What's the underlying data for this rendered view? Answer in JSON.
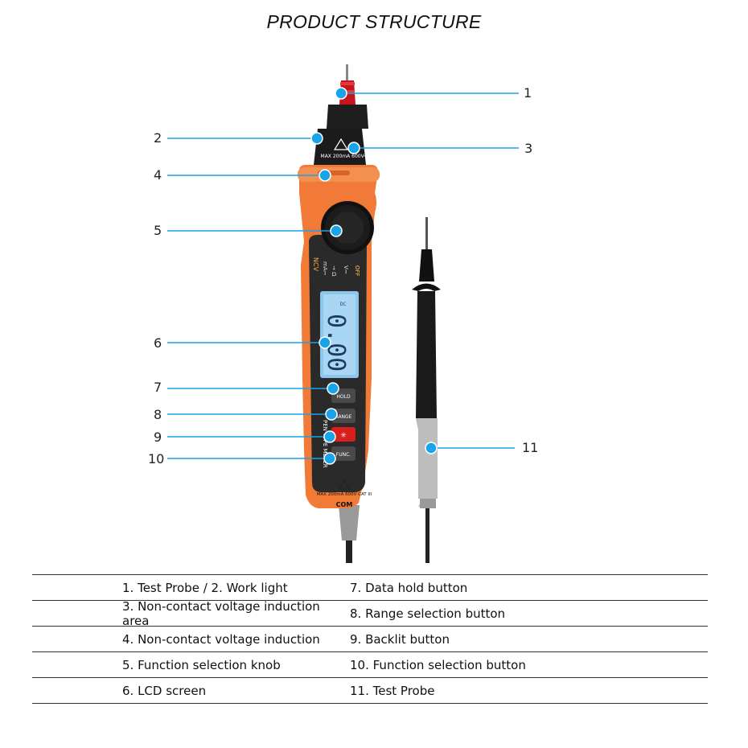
{
  "title": "PRODUCT STRUCTURE",
  "callouts": {
    "c1": "1",
    "c2": "2",
    "c3": "3",
    "c4": "4",
    "c5": "5",
    "c6": "6",
    "c7": "7",
    "c8": "8",
    "c9": "9",
    "c10": "10",
    "c11": "11"
  },
  "device": {
    "warning_label": "MAX 200mA 600V⎓",
    "mode_ncv": "NCV",
    "mode_ma": "mA⎓",
    "mode_diode": "→ Ω",
    "mode_v": "V⎓",
    "mode_off": "OFF",
    "lcd_reading": "0.00",
    "lcd_dc": "DC",
    "btn_hold": "HOLD",
    "btn_range": "RANGE",
    "btn_backlight": "✳",
    "btn_func": "FUNC.",
    "side_text": "PEN TYPE METER",
    "bottom_label": "MAX 200mA 600V CAT III",
    "com_label": "COM"
  },
  "legend": [
    {
      "left": "1. Test Probe / 2. Work light",
      "right": "7. Data hold button"
    },
    {
      "left": "3. Non-contact voltage induction area",
      "right": "8. Range selection button"
    },
    {
      "left": "4. Non-contact voltage induction",
      "right": "9. Backlit button"
    },
    {
      "left": "5. Function selection knob",
      "right": "10. Function selection button"
    },
    {
      "left": "6. LCD screen",
      "right": "11. Test Probe"
    }
  ],
  "colors": {
    "accent_dot": "#1aa3e8",
    "body_orange": "#f07a36",
    "probe_red": "#c8141c",
    "panel_dark": "#2a2a2a"
  }
}
